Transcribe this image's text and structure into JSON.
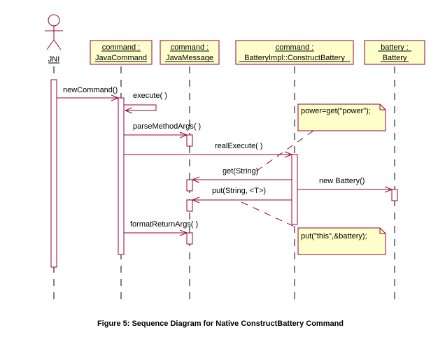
{
  "colors": {
    "line": "#990033",
    "box_fill": "#ffffcc",
    "activation_fill": "#ffffff",
    "text": "#000000"
  },
  "actor": {
    "name": "JNI"
  },
  "objects": [
    {
      "line1": "command :",
      "line2": "JavaCommand"
    },
    {
      "line1": "command :",
      "line2": "JavaMessage"
    },
    {
      "line1": "command :",
      "line2": "BatteryImpl::ConstructBattery"
    },
    {
      "line1": "battery :",
      "line2": "Battery"
    }
  ],
  "messages": {
    "new_command": "newCommand()",
    "execute": "execute( )",
    "parse_method_args": "parseMethodArgs( )",
    "real_execute": "realExecute( )",
    "get_string": "get(String)",
    "new_battery": "new Battery()",
    "put_string": "put(String, <T>)",
    "format_return_args": "formatReturnArgs( )"
  },
  "notes": [
    {
      "text": "power=get(\"power\");"
    },
    {
      "text": "put(\"this\",&battery);"
    }
  ],
  "caption": "Figure 5: Sequence Diagram for Native ConstructBattery Command"
}
